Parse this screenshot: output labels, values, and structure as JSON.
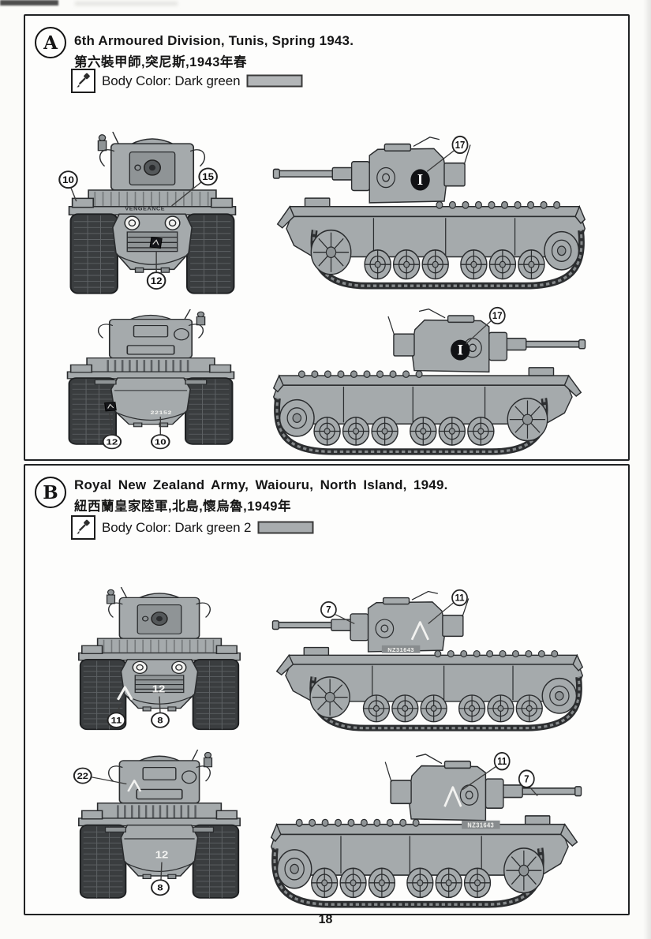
{
  "page": {
    "number": "18"
  },
  "sections": [
    {
      "letter": "A",
      "title_en": "6th Armoured Division, Tunis, Spring 1943.",
      "title_zh": "第六裝甲師,突尼斯,1943年春",
      "tool_icon": "screwdriver-icon",
      "body_color_label": "Body Color: Dark green",
      "swatch_color": "#b3b6b8",
      "views": {
        "front": {
          "nose_name": "VENGEANCE",
          "callouts": {
            "c1": "10",
            "c2": "15",
            "c3": "12"
          }
        },
        "side_left": {
          "turret_marking": "I",
          "callouts": {
            "c1": "17"
          }
        },
        "rear": {
          "rear_number": "22152",
          "callouts": {
            "c1": "12",
            "c2": "10"
          }
        },
        "side_right": {
          "turret_marking": "I",
          "callouts": {
            "c1": "17"
          }
        }
      }
    },
    {
      "letter": "B",
      "title_en": "Royal New Zealand Army, Waiouru, North Island, 1949.",
      "title_zh": "紐西蘭皇家陸軍,北島,懷烏魯,1949年",
      "tool_icon": "screwdriver-icon",
      "body_color_label": "Body Color: Dark green 2",
      "swatch_color": "#a8acae",
      "views": {
        "front": {
          "front_number": "12",
          "callouts": {
            "c1": "11",
            "c2": "8"
          }
        },
        "side_left": {
          "hull_number": "NZ31643",
          "callouts": {
            "c1": "7",
            "c2": "11"
          }
        },
        "rear": {
          "rear_number": "12",
          "callouts": {
            "c1": "22",
            "c2": "8"
          }
        },
        "side_right": {
          "hull_number": "NZ31643",
          "callouts": {
            "c1": "11",
            "c2": "7"
          }
        }
      }
    }
  ]
}
